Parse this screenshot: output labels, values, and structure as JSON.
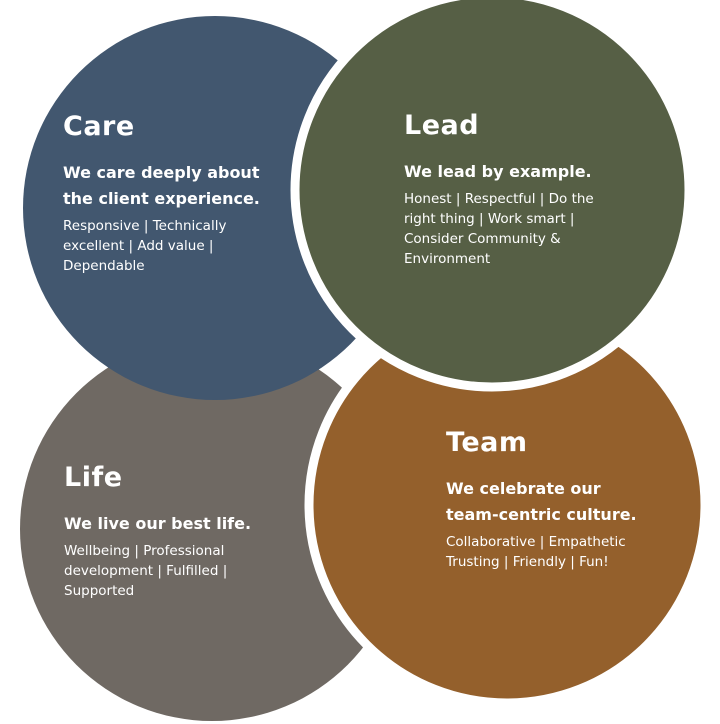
{
  "colors": {
    "care": "#42576f",
    "lead": "#565f45",
    "life": "#6f6963",
    "team": "#94602c",
    "gap": "#ffffff"
  },
  "care": {
    "title": "Care",
    "headline": "We care deeply about the client experience.",
    "body": "Responsive | Technically excellent | Add value | Dependable"
  },
  "lead": {
    "title": "Lead",
    "headline": "We lead by example.",
    "body": "Honest | Respectful | Do the right thing | Work smart | Consider Community & Environment"
  },
  "life": {
    "title": "Life",
    "headline": "We live our best life.",
    "body": "Wellbeing | Professional development | Fulfilled | Supported"
  },
  "team": {
    "title": "Team",
    "headline": "We celebrate our team-centric culture.",
    "body": "Collaborative | Empathetic Trusting | Friendly | Fun!"
  }
}
